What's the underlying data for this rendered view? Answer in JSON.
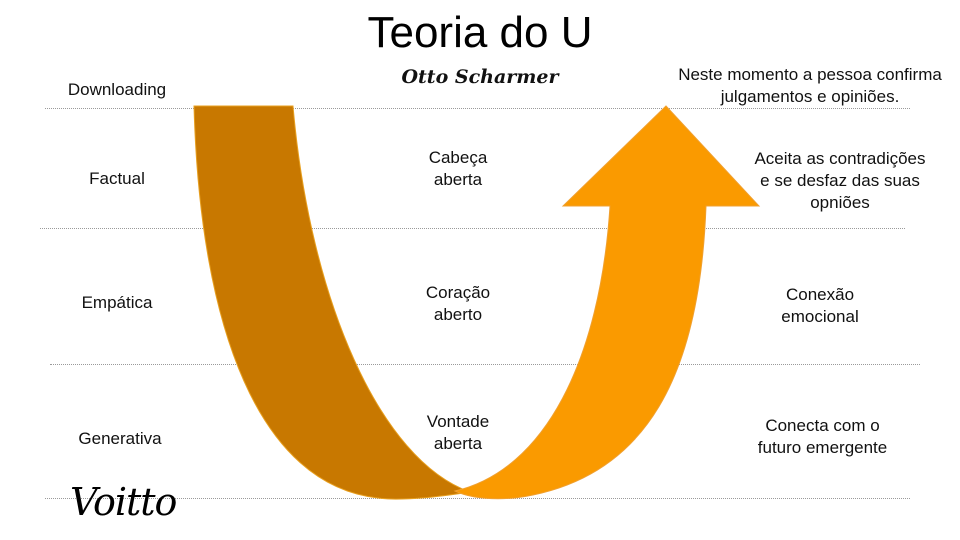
{
  "title": "Teoria do U",
  "subtitle": "Otto Scharmer",
  "levels": [
    {
      "label": "Downloading"
    },
    {
      "label": "Factual"
    },
    {
      "label": "Empática"
    },
    {
      "label": "Generativa"
    }
  ],
  "center_labels": [
    {
      "line1": "Cabeça",
      "line2": "aberta"
    },
    {
      "line1": "Coração",
      "line2": "aberto"
    },
    {
      "line1": "Vontade",
      "line2": "aberta"
    }
  ],
  "right_labels": [
    {
      "line1": "Neste momento a pessoa confirma",
      "line2": "julgamentos e opiniões."
    },
    {
      "line1": "Aceita as contradições",
      "line2": "e se desfaz das suas",
      "line3": "opniões"
    },
    {
      "line1": "Conexão",
      "line2": "emocional"
    },
    {
      "line1": "Conecta com o",
      "line2": "futuro emergente"
    }
  ],
  "logo": "Voitto",
  "colors": {
    "left_arm": "#c87800",
    "right_arm": "#fa9a00",
    "arm_stroke": "#e8a020",
    "dotted_line": "#9a9a9a"
  }
}
